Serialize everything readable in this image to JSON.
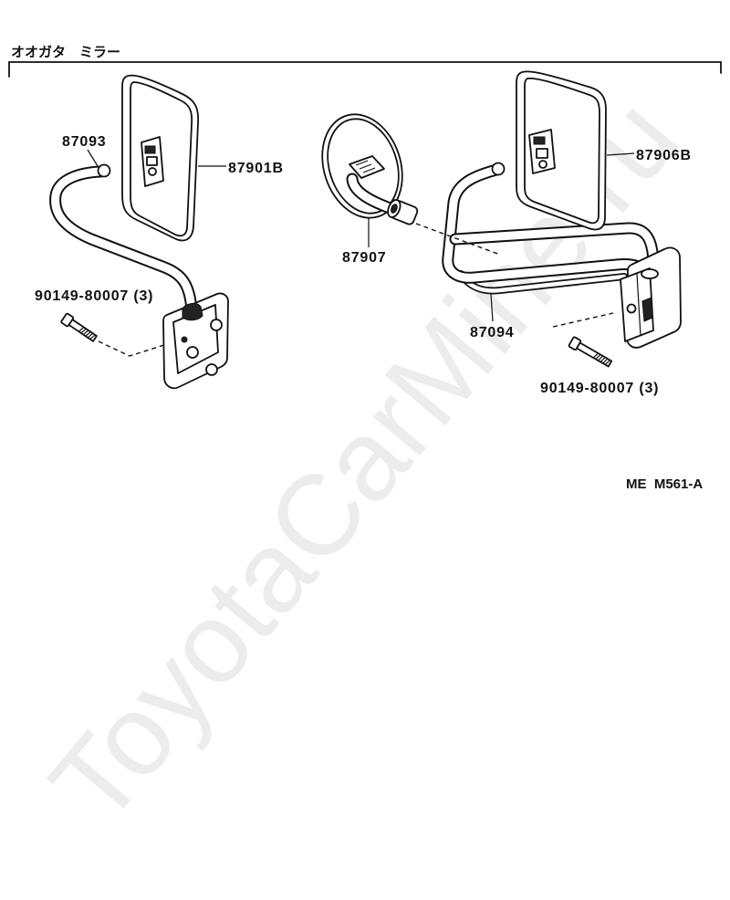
{
  "title": "オオガタ　ミラー",
  "labels": {
    "arm_left": "87093",
    "mirror_left": "87901B",
    "bolt_left": "90149-80007 (3)",
    "mirror_round": "87907",
    "mirror_right": "87906B",
    "arm_right": "87094",
    "bolt_right": "90149-80007 (3)"
  },
  "figure_code": "ME  M561-A",
  "watermark": "ToyotaCarMine.ru"
}
